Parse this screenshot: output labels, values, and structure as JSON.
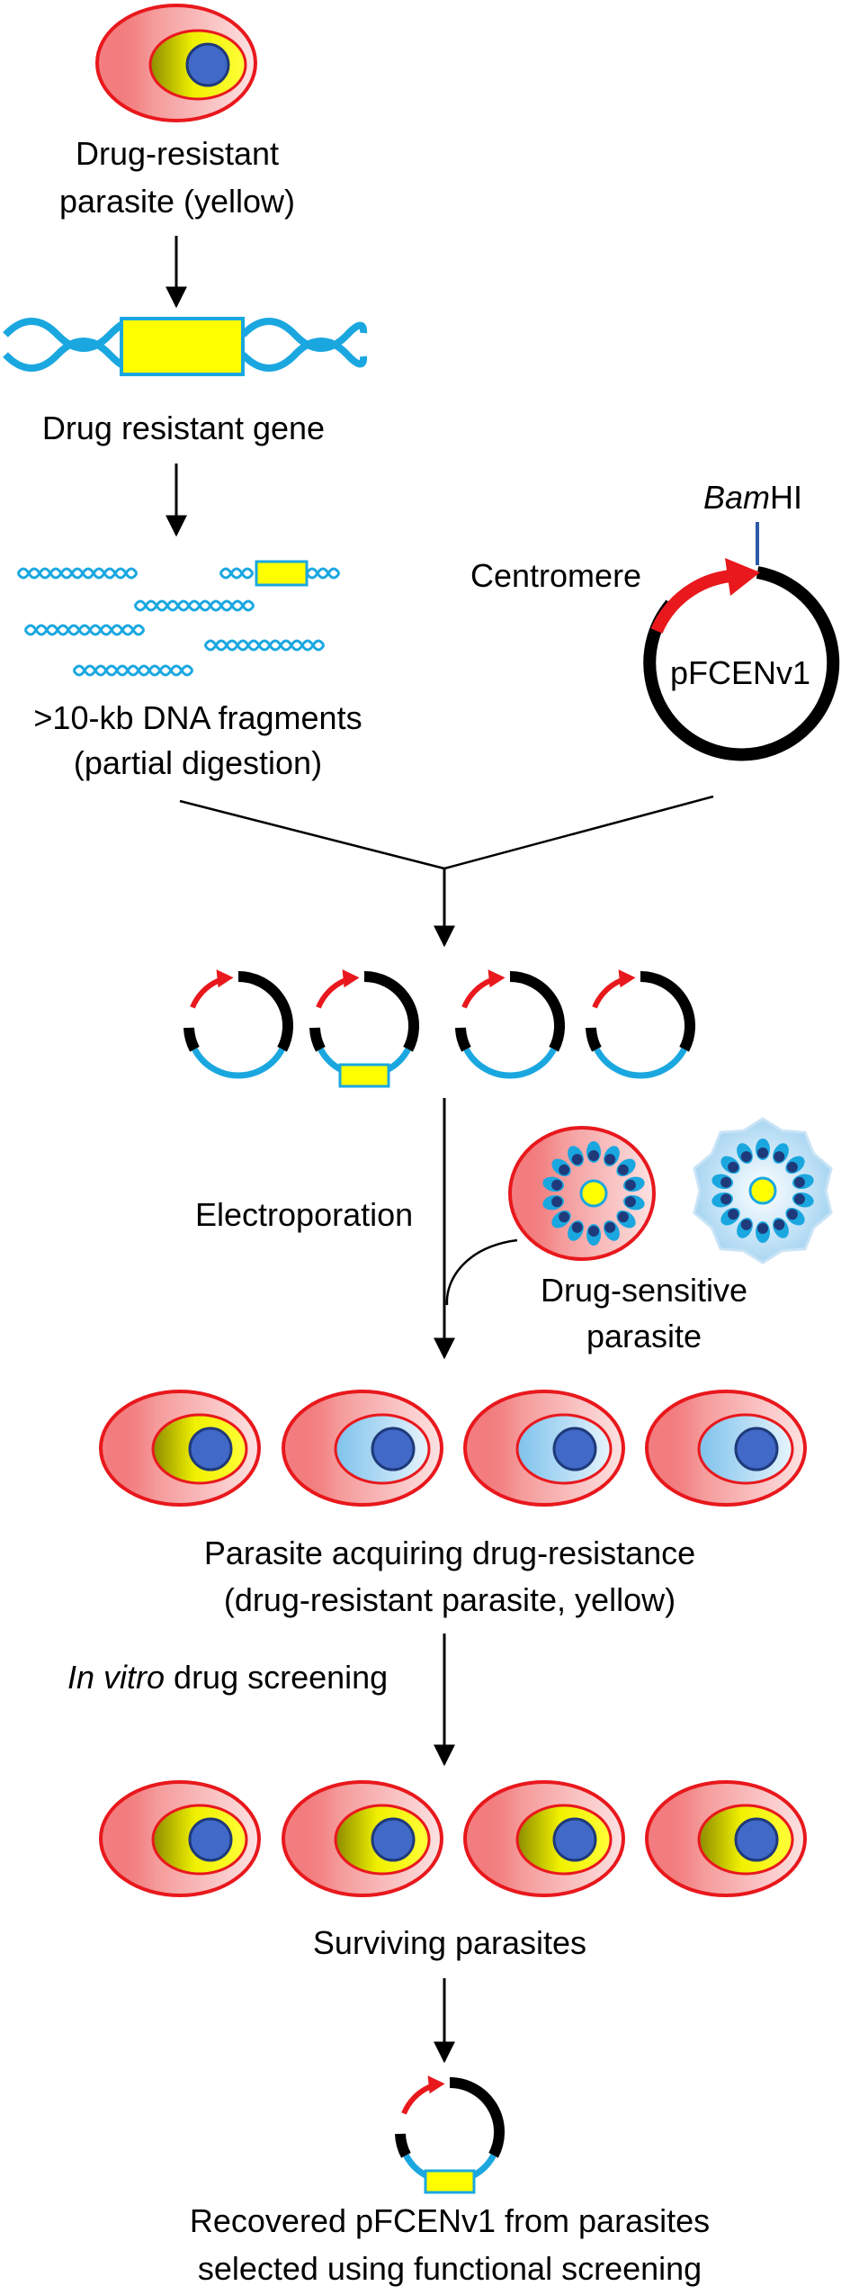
{
  "colors": {
    "host_cell_fill": "#f5a3a3",
    "host_cell_stroke": "#e8181d",
    "resistant_parasite": "#ffff00",
    "sensitive_parasite": "#bfe3f7",
    "nucleus": "#4169c8",
    "dna": "#1aa7e0",
    "gene_box": "#ffff00",
    "centromere": "#e8181d",
    "plasmid": "#000000",
    "bamhi_site": "#2a5aa8",
    "arrow": "#000000"
  },
  "labels": {
    "top_cell_line1": "Drug-resistant",
    "top_cell_line2": "parasite (yellow)",
    "gene": "Drug resistant gene",
    "fragments_line1": ">10-kb DNA fragments",
    "fragments_line2": "(partial digestion)",
    "bamhi_italic": "Bam",
    "bamhi_rest": "HI",
    "centromere": "Centromere",
    "plasmid_name": "pFCENv1",
    "electroporation": "Electroporation",
    "sensitive_line1": "Drug-sensitive",
    "sensitive_line2": "parasite",
    "acquiring_line1": "Parasite acquiring drug-resistance",
    "acquiring_line2": "(drug-resistant parasite, yellow)",
    "screening_italic": "In vitro",
    "screening_rest": " drug screening",
    "surviving": "Surviving parasites",
    "recovered_line1": "Recovered pFCENv1 from parasites",
    "recovered_line2": "selected using functional screening"
  },
  "library_plasmids": [
    {
      "insert_has_gene": false
    },
    {
      "insert_has_gene": true
    },
    {
      "insert_has_gene": false
    },
    {
      "insert_has_gene": false
    }
  ],
  "transfected_cells": [
    {
      "parasite": "resistant"
    },
    {
      "parasite": "sensitive"
    },
    {
      "parasite": "sensitive"
    },
    {
      "parasite": "sensitive"
    }
  ],
  "surviving_cells": [
    {
      "parasite": "resistant"
    },
    {
      "parasite": "resistant"
    },
    {
      "parasite": "resistant"
    },
    {
      "parasite": "resistant"
    }
  ]
}
